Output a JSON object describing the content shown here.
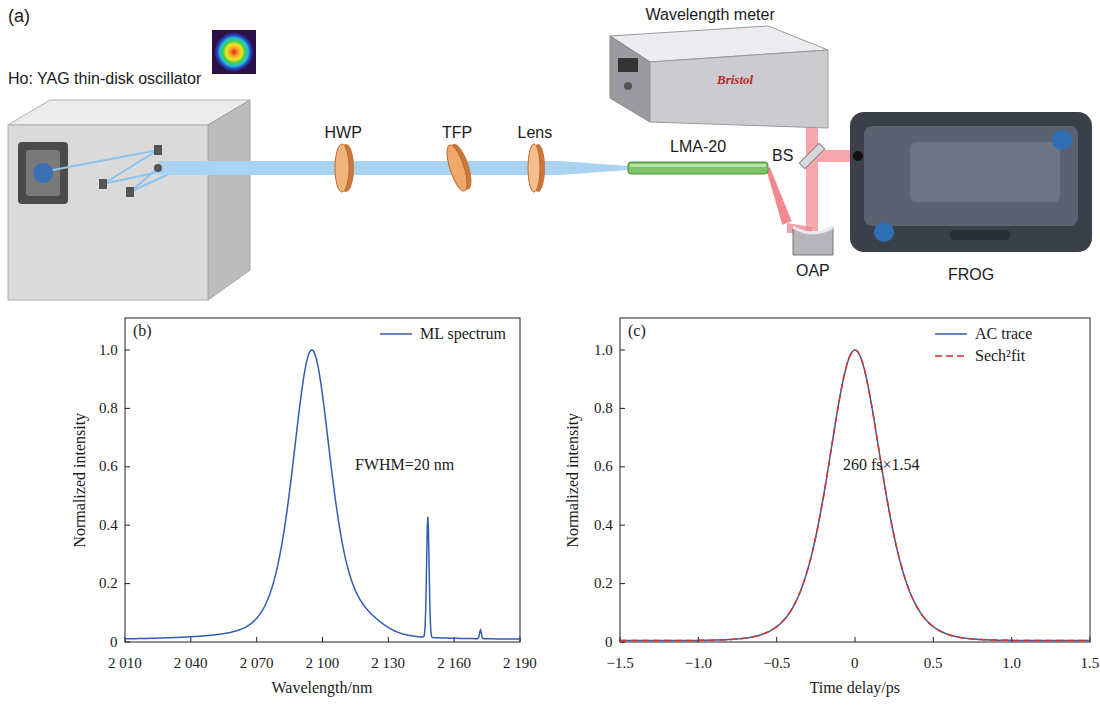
{
  "diagram": {
    "nodes": [
      {
        "text": [
          "Ho: YAG thin-disk oscillator"
        ]
      },
      {
        "text": [
          "HWP"
        ]
      },
      {
        "text": [
          "TFP"
        ]
      },
      {
        "text": [
          "Lens"
        ]
      },
      {
        "text": [
          "LMA-20"
        ]
      },
      {
        "text": [
          "Wavelength meter"
        ]
      },
      {
        "text": [
          "BS"
        ]
      },
      {
        "text": [
          "OAP"
        ]
      },
      {
        "text": [
          "FROG"
        ]
      }
    ],
    "edges": [
      {
        "from": 0,
        "to": 1,
        "arrow": "none"
      },
      {
        "from": 1,
        "to": 2,
        "arrow": "none"
      },
      {
        "from": 2,
        "to": 3,
        "arrow": "none"
      },
      {
        "from": 3,
        "to": 4,
        "arrow": "none"
      },
      {
        "from": 4,
        "to": 7,
        "arrow": "none"
      },
      {
        "from": 7,
        "to": 6,
        "arrow": "none"
      },
      {
        "from": 6,
        "to": 8,
        "arrow": "none"
      },
      {
        "from": 6,
        "to": 5,
        "arrow": "none"
      }
    ],
    "labels": [
      "(a)",
      "(b)",
      "(c)",
      "0",
      "0.2",
      "0.4",
      "0.6",
      "0.8",
      "1.0",
      "2 010",
      "2 040",
      "2 070",
      "2 100",
      "2 130",
      "2 160",
      "2 190",
      "Wavelength/nm",
      "Normalized intensity",
      "FWHM=20 nm",
      "0",
      "0.2",
      "0.4",
      "0.6",
      "0.8",
      "1.0",
      "−1.5",
      "−1.0",
      "−0.5",
      "0",
      "0.5",
      "1.0",
      "1.5",
      "Time delay/ps",
      "Normalized intensity",
      "260 fs×1.54",
      "Bristol"
    ],
    "legend": [
      {
        "text": "ML spectrum"
      },
      {
        "text": "AC trace"
      },
      {
        "text": "Sech²fit"
      }
    ]
  }
}
